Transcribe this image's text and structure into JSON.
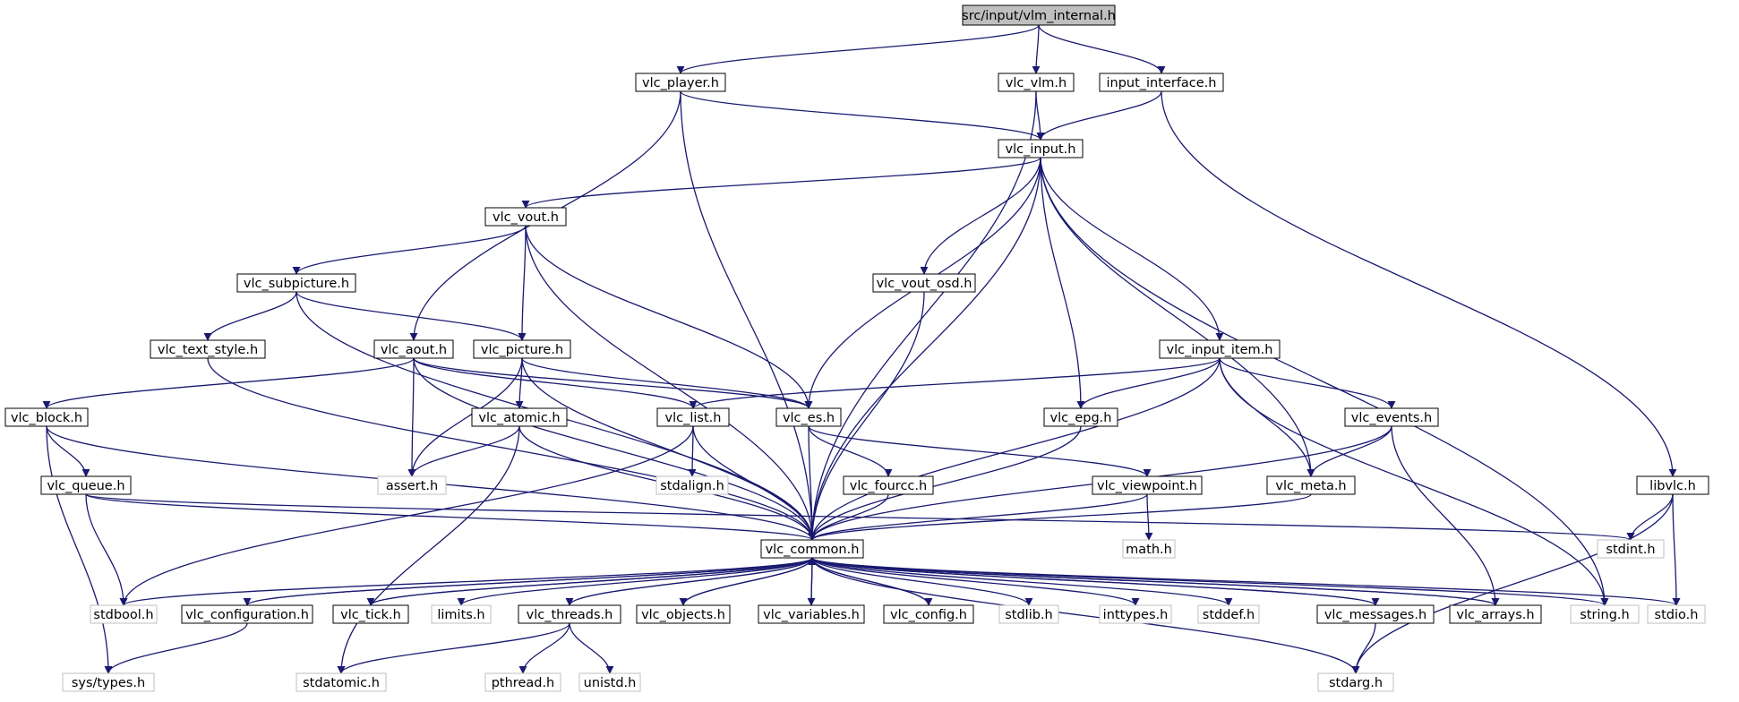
{
  "diagram": {
    "colors": {
      "edge": "#191970",
      "node_border": "#000000",
      "node_fill": "#ffffff",
      "root_fill": "#bfbfbf",
      "external_border": "#bfbfbf"
    },
    "nodes": [
      {
        "id": "root",
        "label": "src/input/vlm_internal.h",
        "kind": "root"
      },
      {
        "id": "vlc_player",
        "label": "vlc_player.h",
        "kind": "header"
      },
      {
        "id": "vlc_vlm",
        "label": "vlc_vlm.h",
        "kind": "header"
      },
      {
        "id": "input_interface",
        "label": "input_interface.h",
        "kind": "header"
      },
      {
        "id": "vlc_input",
        "label": "vlc_input.h",
        "kind": "header"
      },
      {
        "id": "vlc_vout",
        "label": "vlc_vout.h",
        "kind": "header"
      },
      {
        "id": "vlc_subpicture",
        "label": "vlc_subpicture.h",
        "kind": "header"
      },
      {
        "id": "vlc_vout_osd",
        "label": "vlc_vout_osd.h",
        "kind": "header"
      },
      {
        "id": "vlc_text_style",
        "label": "vlc_text_style.h",
        "kind": "header"
      },
      {
        "id": "vlc_aout",
        "label": "vlc_aout.h",
        "kind": "header"
      },
      {
        "id": "vlc_picture",
        "label": "vlc_picture.h",
        "kind": "header"
      },
      {
        "id": "vlc_input_item",
        "label": "vlc_input_item.h",
        "kind": "header"
      },
      {
        "id": "vlc_block",
        "label": "vlc_block.h",
        "kind": "header"
      },
      {
        "id": "vlc_atomic",
        "label": "vlc_atomic.h",
        "kind": "header"
      },
      {
        "id": "vlc_list",
        "label": "vlc_list.h",
        "kind": "header"
      },
      {
        "id": "vlc_es",
        "label": "vlc_es.h",
        "kind": "header"
      },
      {
        "id": "vlc_epg",
        "label": "vlc_epg.h",
        "kind": "header"
      },
      {
        "id": "vlc_events",
        "label": "vlc_events.h",
        "kind": "header"
      },
      {
        "id": "vlc_queue",
        "label": "vlc_queue.h",
        "kind": "header"
      },
      {
        "id": "assert",
        "label": "assert.h",
        "kind": "system"
      },
      {
        "id": "stdalign",
        "label": "stdalign.h",
        "kind": "system"
      },
      {
        "id": "vlc_fourcc",
        "label": "vlc_fourcc.h",
        "kind": "header"
      },
      {
        "id": "vlc_viewpoint",
        "label": "vlc_viewpoint.h",
        "kind": "header"
      },
      {
        "id": "vlc_meta",
        "label": "vlc_meta.h",
        "kind": "header"
      },
      {
        "id": "libvlc",
        "label": "libvlc.h",
        "kind": "header"
      },
      {
        "id": "vlc_common",
        "label": "vlc_common.h",
        "kind": "header"
      },
      {
        "id": "math",
        "label": "math.h",
        "kind": "system"
      },
      {
        "id": "stdint",
        "label": "stdint.h",
        "kind": "system"
      },
      {
        "id": "stdbool",
        "label": "stdbool.h",
        "kind": "system"
      },
      {
        "id": "vlc_configuration",
        "label": "vlc_configuration.h",
        "kind": "header"
      },
      {
        "id": "vlc_tick",
        "label": "vlc_tick.h",
        "kind": "header"
      },
      {
        "id": "limits",
        "label": "limits.h",
        "kind": "system"
      },
      {
        "id": "vlc_threads",
        "label": "vlc_threads.h",
        "kind": "header"
      },
      {
        "id": "vlc_objects",
        "label": "vlc_objects.h",
        "kind": "header"
      },
      {
        "id": "vlc_variables",
        "label": "vlc_variables.h",
        "kind": "header"
      },
      {
        "id": "vlc_config",
        "label": "vlc_config.h",
        "kind": "header"
      },
      {
        "id": "stdlib",
        "label": "stdlib.h",
        "kind": "system"
      },
      {
        "id": "inttypes",
        "label": "inttypes.h",
        "kind": "system"
      },
      {
        "id": "stddef",
        "label": "stddef.h",
        "kind": "system"
      },
      {
        "id": "vlc_messages",
        "label": "vlc_messages.h",
        "kind": "header"
      },
      {
        "id": "vlc_arrays",
        "label": "vlc_arrays.h",
        "kind": "header"
      },
      {
        "id": "string",
        "label": "string.h",
        "kind": "system"
      },
      {
        "id": "stdio",
        "label": "stdio.h",
        "kind": "system"
      },
      {
        "id": "sys_types",
        "label": "sys/types.h",
        "kind": "system"
      },
      {
        "id": "stdatomic",
        "label": "stdatomic.h",
        "kind": "system"
      },
      {
        "id": "pthread",
        "label": "pthread.h",
        "kind": "system"
      },
      {
        "id": "unistd",
        "label": "unistd.h",
        "kind": "system"
      },
      {
        "id": "stdarg",
        "label": "stdarg.h",
        "kind": "system"
      }
    ],
    "edges": [
      [
        "root",
        "vlc_player"
      ],
      [
        "root",
        "vlc_vlm"
      ],
      [
        "root",
        "input_interface"
      ],
      [
        "vlc_player",
        "vlc_input"
      ],
      [
        "vlc_player",
        "vlc_aout"
      ],
      [
        "vlc_player",
        "vlc_common"
      ],
      [
        "vlc_vlm",
        "vlc_input"
      ],
      [
        "vlc_vlm",
        "vlc_common"
      ],
      [
        "input_interface",
        "vlc_input"
      ],
      [
        "input_interface",
        "libvlc"
      ],
      [
        "vlc_input",
        "vlc_vout"
      ],
      [
        "vlc_input",
        "vlc_vout_osd"
      ],
      [
        "vlc_input",
        "vlc_es"
      ],
      [
        "vlc_input",
        "vlc_epg"
      ],
      [
        "vlc_input",
        "vlc_input_item"
      ],
      [
        "vlc_input",
        "vlc_meta"
      ],
      [
        "vlc_input",
        "string"
      ],
      [
        "vlc_input",
        "vlc_common"
      ],
      [
        "vlc_vout",
        "vlc_subpicture"
      ],
      [
        "vlc_vout",
        "vlc_picture"
      ],
      [
        "vlc_vout",
        "vlc_es"
      ],
      [
        "vlc_vout",
        "vlc_common"
      ],
      [
        "vlc_subpicture",
        "vlc_text_style"
      ],
      [
        "vlc_subpicture",
        "vlc_picture"
      ],
      [
        "vlc_subpicture",
        "vlc_common"
      ],
      [
        "vlc_text_style",
        "vlc_common"
      ],
      [
        "vlc_aout",
        "vlc_block"
      ],
      [
        "vlc_aout",
        "vlc_list"
      ],
      [
        "vlc_aout",
        "vlc_es"
      ],
      [
        "vlc_aout",
        "assert"
      ],
      [
        "vlc_aout",
        "vlc_common"
      ],
      [
        "vlc_picture",
        "vlc_atomic"
      ],
      [
        "vlc_picture",
        "vlc_es"
      ],
      [
        "vlc_picture",
        "assert"
      ],
      [
        "vlc_picture",
        "vlc_common"
      ],
      [
        "vlc_vout_osd",
        "vlc_common"
      ],
      [
        "vlc_input_item",
        "vlc_list"
      ],
      [
        "vlc_input_item",
        "vlc_epg"
      ],
      [
        "vlc_input_item",
        "vlc_events"
      ],
      [
        "vlc_input_item",
        "vlc_meta"
      ],
      [
        "vlc_input_item",
        "string"
      ],
      [
        "vlc_input_item",
        "vlc_common"
      ],
      [
        "vlc_block",
        "vlc_queue"
      ],
      [
        "vlc_block",
        "sys_types"
      ],
      [
        "vlc_block",
        "vlc_common"
      ],
      [
        "vlc_atomic",
        "assert"
      ],
      [
        "vlc_atomic",
        "stdatomic"
      ],
      [
        "vlc_atomic",
        "vlc_common"
      ],
      [
        "vlc_list",
        "stdalign"
      ],
      [
        "vlc_list",
        "stdbool"
      ],
      [
        "vlc_list",
        "vlc_common"
      ],
      [
        "vlc_es",
        "vlc_fourcc"
      ],
      [
        "vlc_es",
        "vlc_viewpoint"
      ],
      [
        "vlc_es",
        "vlc_common"
      ],
      [
        "vlc_epg",
        "vlc_common"
      ],
      [
        "vlc_events",
        "vlc_meta"
      ],
      [
        "vlc_events",
        "vlc_arrays"
      ],
      [
        "vlc_events",
        "vlc_common"
      ],
      [
        "vlc_queue",
        "stdbool"
      ],
      [
        "vlc_queue",
        "stdint"
      ],
      [
        "vlc_queue",
        "vlc_common"
      ],
      [
        "vlc_fourcc",
        "vlc_common"
      ],
      [
        "vlc_viewpoint",
        "math"
      ],
      [
        "vlc_viewpoint",
        "vlc_common"
      ],
      [
        "vlc_meta",
        "vlc_common"
      ],
      [
        "libvlc",
        "stdint"
      ],
      [
        "libvlc",
        "stdio"
      ],
      [
        "libvlc",
        "stdarg"
      ],
      [
        "vlc_common",
        "stdbool"
      ],
      [
        "vlc_common",
        "vlc_configuration"
      ],
      [
        "vlc_common",
        "vlc_tick"
      ],
      [
        "vlc_common",
        "limits"
      ],
      [
        "vlc_common",
        "vlc_threads"
      ],
      [
        "vlc_common",
        "vlc_objects"
      ],
      [
        "vlc_common",
        "vlc_variables"
      ],
      [
        "vlc_common",
        "vlc_config"
      ],
      [
        "vlc_common",
        "stdlib"
      ],
      [
        "vlc_common",
        "inttypes"
      ],
      [
        "vlc_common",
        "stddef"
      ],
      [
        "vlc_common",
        "vlc_messages"
      ],
      [
        "vlc_common",
        "vlc_arrays"
      ],
      [
        "vlc_common",
        "string"
      ],
      [
        "vlc_common",
        "stdio"
      ],
      [
        "vlc_common",
        "stdarg"
      ],
      [
        "vlc_configuration",
        "vlc_common"
      ],
      [
        "vlc_configuration",
        "sys_types"
      ],
      [
        "vlc_tick",
        "vlc_common"
      ],
      [
        "vlc_threads",
        "vlc_common"
      ],
      [
        "vlc_threads",
        "stdatomic"
      ],
      [
        "vlc_threads",
        "pthread"
      ],
      [
        "vlc_threads",
        "unistd"
      ],
      [
        "vlc_objects",
        "vlc_common"
      ],
      [
        "vlc_variables",
        "vlc_common"
      ],
      [
        "vlc_config",
        "vlc_common"
      ],
      [
        "vlc_messages",
        "vlc_common"
      ],
      [
        "vlc_messages",
        "stdarg"
      ],
      [
        "vlc_arrays",
        "vlc_common"
      ]
    ]
  }
}
